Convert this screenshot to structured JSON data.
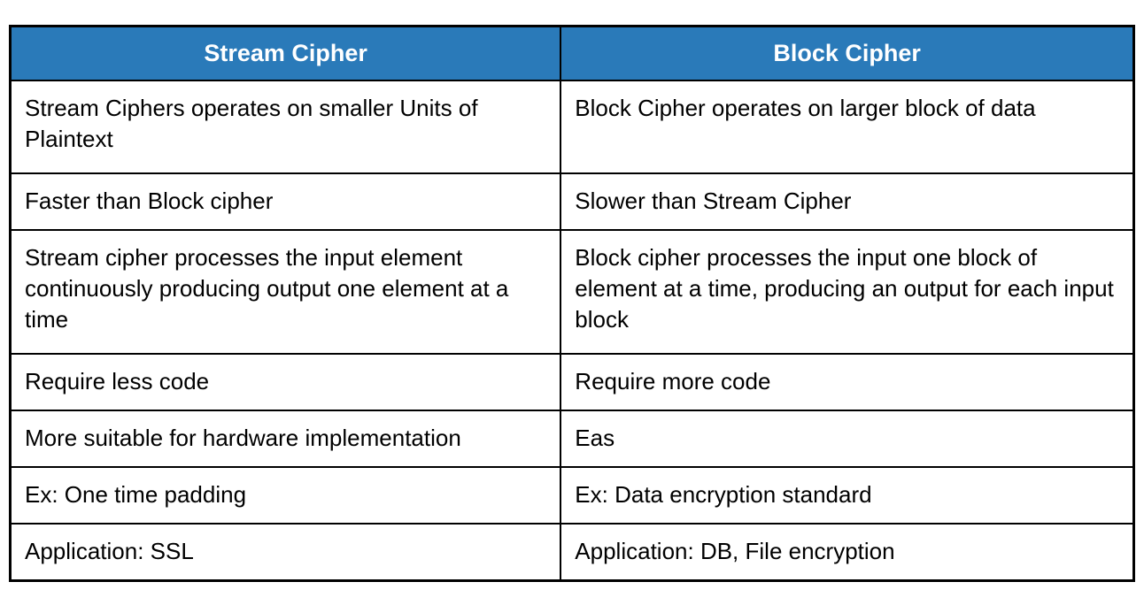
{
  "table": {
    "columns": [
      "Stream Cipher",
      "Block Cipher"
    ],
    "rows": [
      [
        "Stream Ciphers operates on smaller Units of Plaintext",
        "Block Cipher operates on larger block of data"
      ],
      [
        "Faster than Block cipher",
        "Slower than Stream Cipher"
      ],
      [
        "Stream cipher processes the input element continuously producing output one element at a time",
        "Block cipher processes the input one block of element at a time, producing an output for each input block"
      ],
      [
        "Require less code",
        "Require more code"
      ],
      [
        "More suitable for hardware implementation",
        "Eas"
      ],
      [
        "Ex: One time padding",
        "Ex: Data encryption standard"
      ],
      [
        "Application: SSL",
        "Application: DB, File encryption"
      ]
    ]
  },
  "colors": {
    "page_bg": "#ffffff",
    "header_bg": "#2a7ab9",
    "header_text": "#ffffff",
    "body_text": "#000000",
    "border": "#000000"
  }
}
